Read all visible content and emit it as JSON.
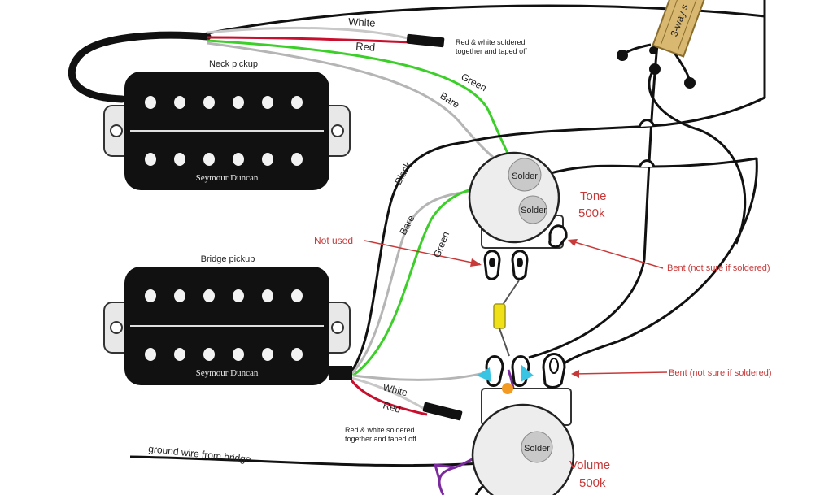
{
  "pickups": {
    "neck": {
      "title": "Neck pickup",
      "brand": "Seymour Duncan"
    },
    "bridge": {
      "title": "Bridge pickup",
      "brand": "Seymour Duncan"
    }
  },
  "switch": {
    "label": "3-way s"
  },
  "wires": {
    "neck_white": "White",
    "neck_red": "Red",
    "neck_green": "Green",
    "neck_bare": "Bare",
    "bridge_black": "Black",
    "bridge_bare": "Bare",
    "bridge_green": "Green",
    "bridge_white": "White",
    "bridge_red": "Red"
  },
  "notes": {
    "neck_solder_line1": "Red & white soldered",
    "neck_solder_line2": "together and taped off",
    "bridge_solder_line1": "Red & white soldered",
    "bridge_solder_line2": "together and taped off",
    "not_used": "Not used",
    "bent_tone": "Bent (not sure if soldered)",
    "bent_volume": "Bent (not sure if soldered)",
    "ground": "ground wire from bridge"
  },
  "pots": {
    "tone": {
      "name": "Tone",
      "value": "500k",
      "solder_1": "Solder",
      "solder_2": "Solder"
    },
    "volume": {
      "name": "Volume",
      "value": "500k",
      "solder": "Solder"
    }
  },
  "colors": {
    "wire_black": "#111111",
    "wire_red": "#c8102e",
    "wire_green": "#3ccf2a",
    "wire_bare": "#b5b5b5",
    "annotation_red": "#c83a3a",
    "switch_tan": "#d9b871",
    "capacitor_yellow": "#f0e018",
    "lug_cyan": "#39c4e3",
    "dot_orange": "#f29a22",
    "wire_purple": "#7a2a9c"
  }
}
